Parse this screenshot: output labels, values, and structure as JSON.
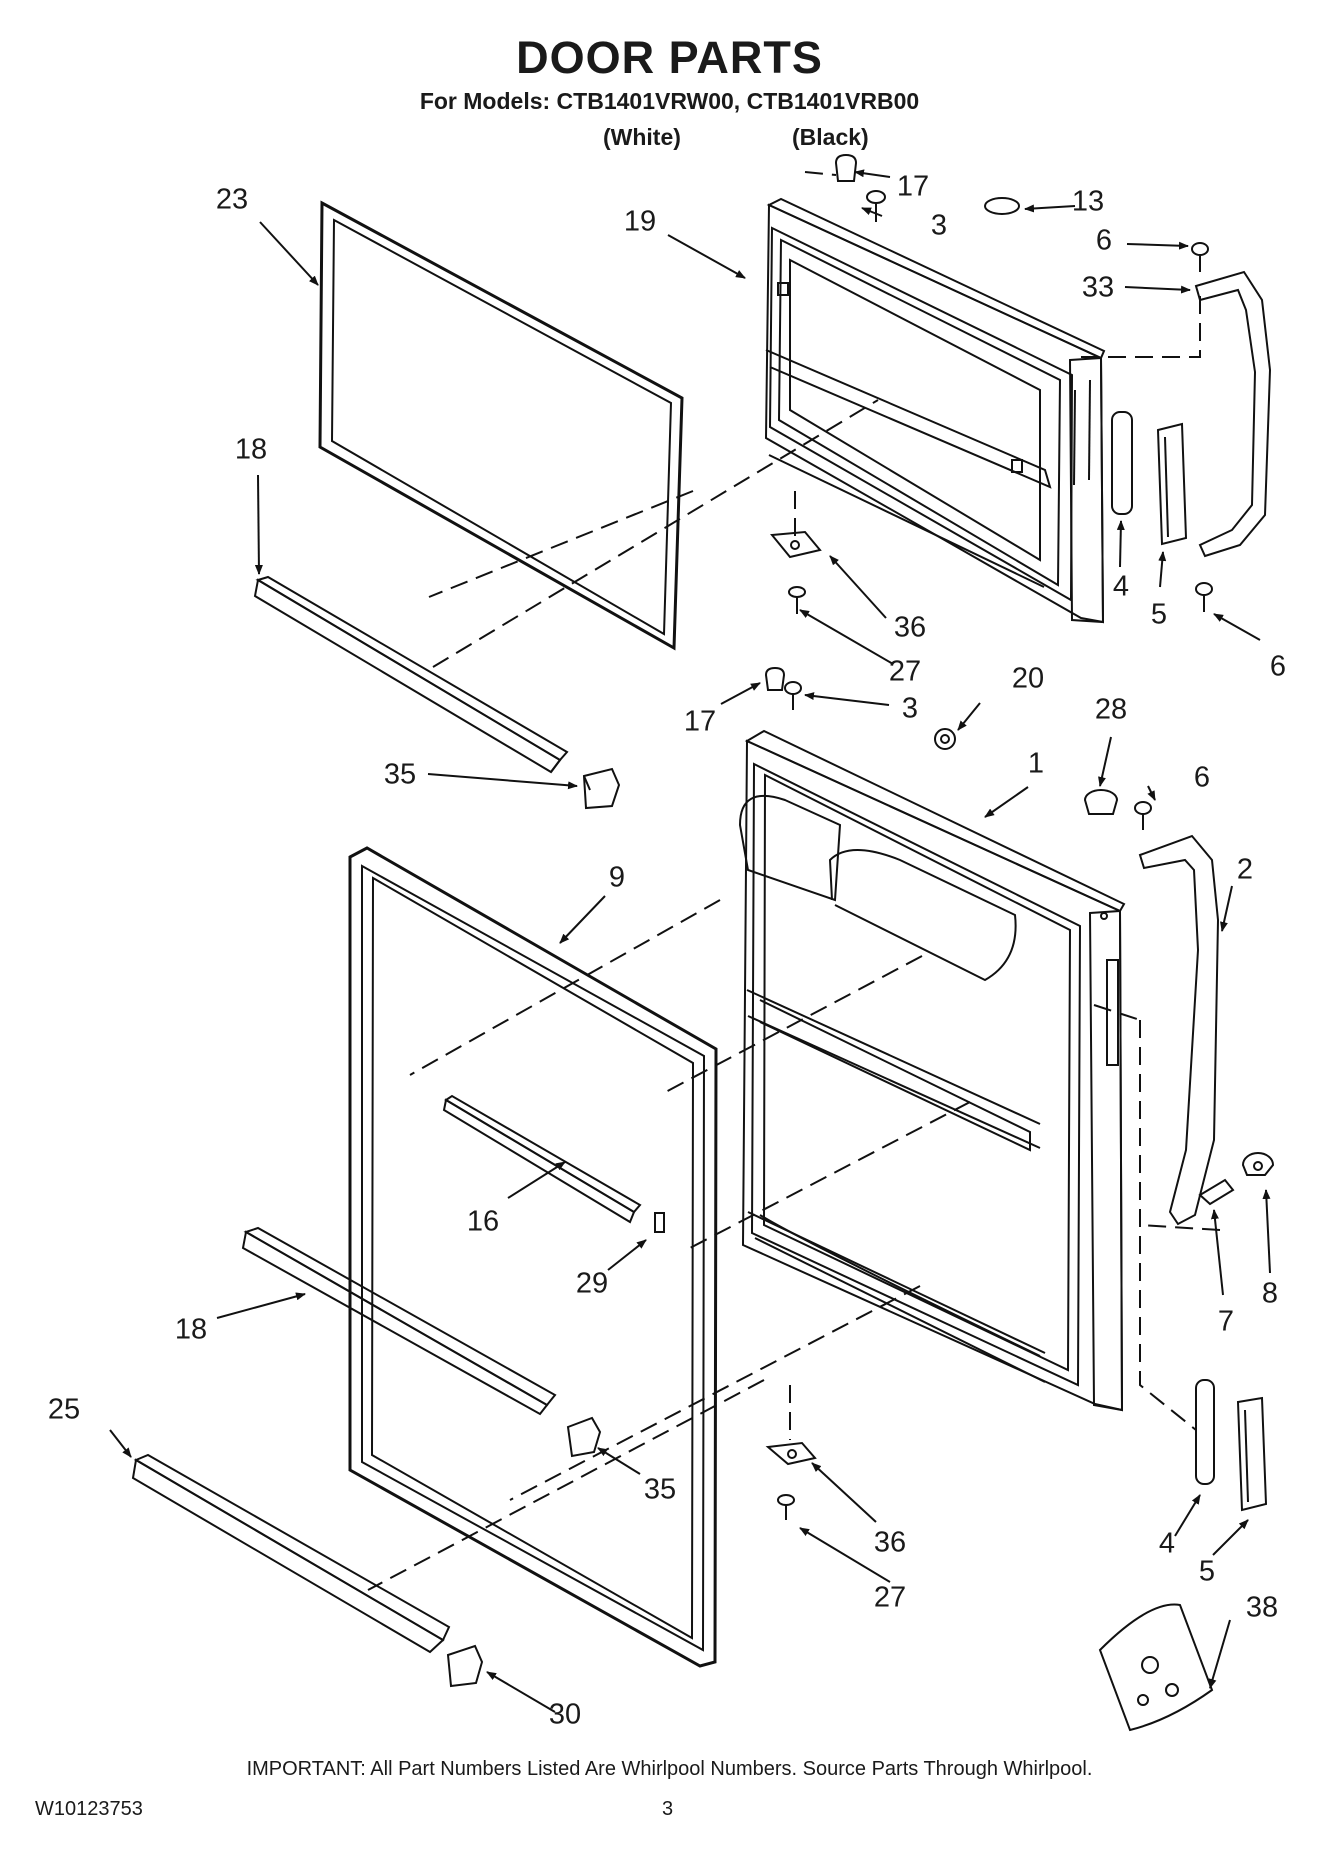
{
  "header": {
    "title": "DOOR PARTS",
    "subtitle": "For Models: CTB1401VRW00, CTB1401VRB00",
    "variant_white": "(White)",
    "variant_black": "(Black)"
  },
  "callouts": [
    {
      "id": "c23",
      "text": "23"
    },
    {
      "id": "c19",
      "text": "19"
    },
    {
      "id": "c17a",
      "text": "17"
    },
    {
      "id": "c3a",
      "text": "3"
    },
    {
      "id": "c13",
      "text": "13"
    },
    {
      "id": "c6a",
      "text": "6"
    },
    {
      "id": "c33",
      "text": "33"
    },
    {
      "id": "c18a",
      "text": "18"
    },
    {
      "id": "c4a",
      "text": "4"
    },
    {
      "id": "c5a",
      "text": "5"
    },
    {
      "id": "c36a",
      "text": "36"
    },
    {
      "id": "c27a",
      "text": "27"
    },
    {
      "id": "c6b",
      "text": "6"
    },
    {
      "id": "c17b",
      "text": "17"
    },
    {
      "id": "c3b",
      "text": "3"
    },
    {
      "id": "c20",
      "text": "20"
    },
    {
      "id": "c28",
      "text": "28"
    },
    {
      "id": "c35a",
      "text": "35"
    },
    {
      "id": "c1",
      "text": "1"
    },
    {
      "id": "c6c",
      "text": "6"
    },
    {
      "id": "c9",
      "text": "9"
    },
    {
      "id": "c2",
      "text": "2"
    },
    {
      "id": "c16",
      "text": "16"
    },
    {
      "id": "c29",
      "text": "29"
    },
    {
      "id": "c7",
      "text": "7"
    },
    {
      "id": "c8",
      "text": "8"
    },
    {
      "id": "c18b",
      "text": "18"
    },
    {
      "id": "c25",
      "text": "25"
    },
    {
      "id": "c35b",
      "text": "35"
    },
    {
      "id": "c36b",
      "text": "36"
    },
    {
      "id": "c4b",
      "text": "4"
    },
    {
      "id": "c5b",
      "text": "5"
    },
    {
      "id": "c27b",
      "text": "27"
    },
    {
      "id": "c38",
      "text": "38"
    },
    {
      "id": "c30",
      "text": "30"
    }
  ],
  "footer": {
    "note": "IMPORTANT: All Part Numbers Listed Are Whirlpool Numbers. Source Parts Through Whirlpool.",
    "doc_number": "W10123753",
    "page_number": "3"
  }
}
